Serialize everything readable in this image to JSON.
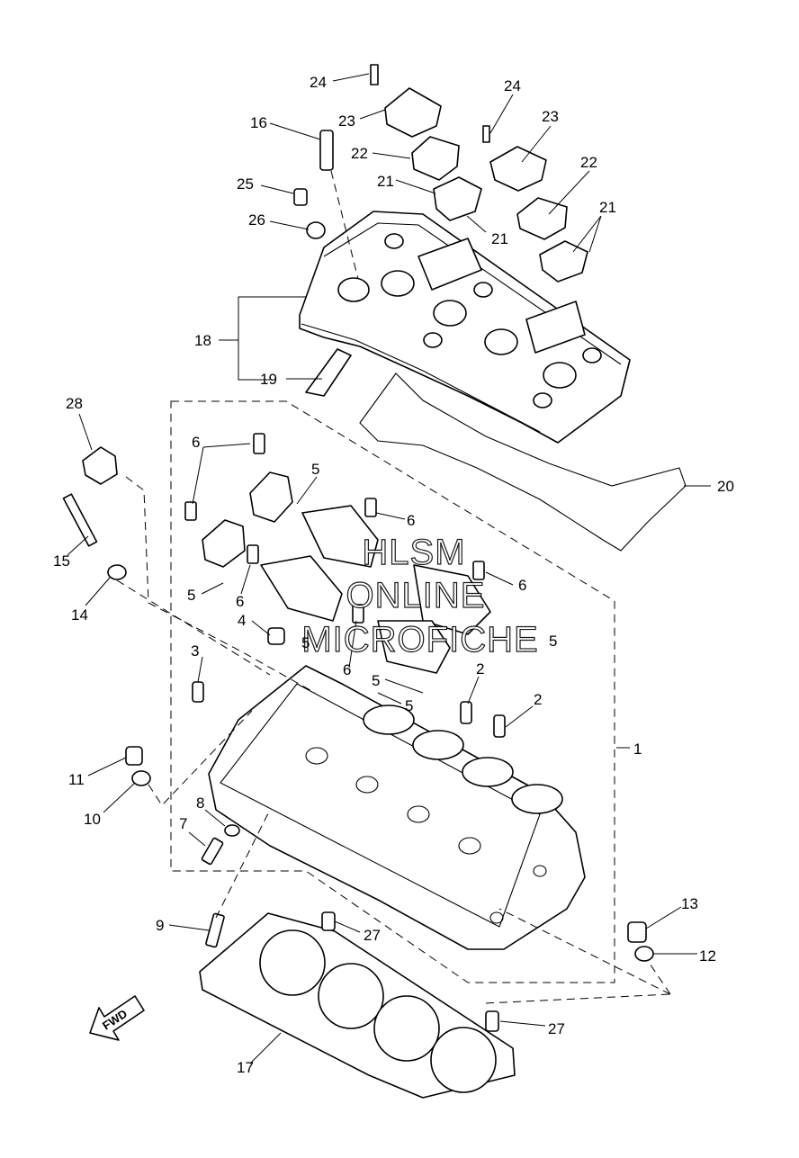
{
  "watermark": {
    "line1": "HLSM",
    "line2": "ONLINE",
    "line3": "MICROFICHE"
  },
  "direction_arrow": {
    "label": "FWD"
  },
  "callouts": {
    "c1": "1",
    "c2a": "2",
    "c2b": "2",
    "c3": "3",
    "c4": "4",
    "c5a": "5",
    "c5b": "5",
    "c5c": "5",
    "c5d": "5",
    "c5e": "5",
    "c5f": "5",
    "c6a": "6",
    "c6b": "6",
    "c6c": "6",
    "c6d": "6",
    "c6e": "6",
    "c7": "7",
    "c8": "8",
    "c9": "9",
    "c10": "10",
    "c11": "11",
    "c12": "12",
    "c13": "13",
    "c14": "14",
    "c15": "15",
    "c16": "16",
    "c17": "17",
    "c18": "18",
    "c19": "19",
    "c20": "20",
    "c21a": "21",
    "c21b": "21",
    "c21c": "21",
    "c22a": "22",
    "c22b": "22",
    "c23a": "23",
    "c23b": "23",
    "c24a": "24",
    "c24b": "24",
    "c25": "25",
    "c26": "26",
    "c27a": "27",
    "c27b": "27",
    "c28": "28"
  },
  "colors": {
    "line": "#000000",
    "background": "#ffffff"
  }
}
